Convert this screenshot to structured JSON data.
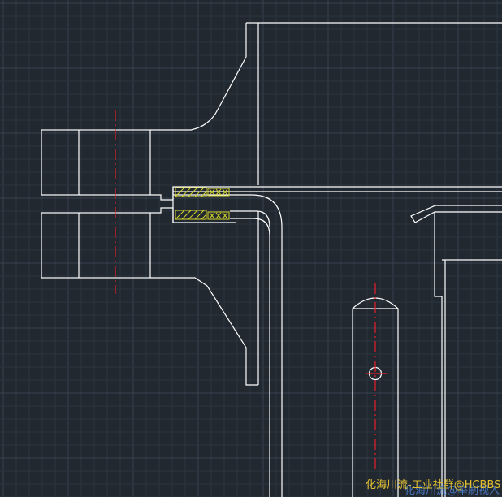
{
  "app": {
    "view": "CAD drawing canvas"
  },
  "colors": {
    "background": "#212830",
    "grid_minor": "#2c3440",
    "grid_major": "#38414e",
    "outline": "#ffffff",
    "centerline": "#e8202a",
    "hatch": "#d4d42a"
  },
  "watermark": {
    "primary": "化海川流-工业社群@HCBBS",
    "secondary": "化海川流@举刷视入"
  },
  "icons": [
    "grid",
    "centerline",
    "hatch"
  ]
}
